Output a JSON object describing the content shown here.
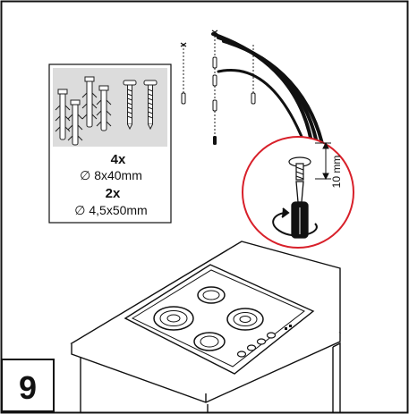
{
  "step": {
    "number": "9"
  },
  "parts": {
    "anchors_qty": "4x",
    "anchors_size": "∅ 8x40mm",
    "screws_qty": "2x",
    "screws_size": "∅ 4,5x50mm"
  },
  "detail": {
    "dimension": "10 mm"
  },
  "colors": {
    "panel": "#dcdcdc",
    "callout": "#d8202a",
    "ink": "#111111"
  }
}
